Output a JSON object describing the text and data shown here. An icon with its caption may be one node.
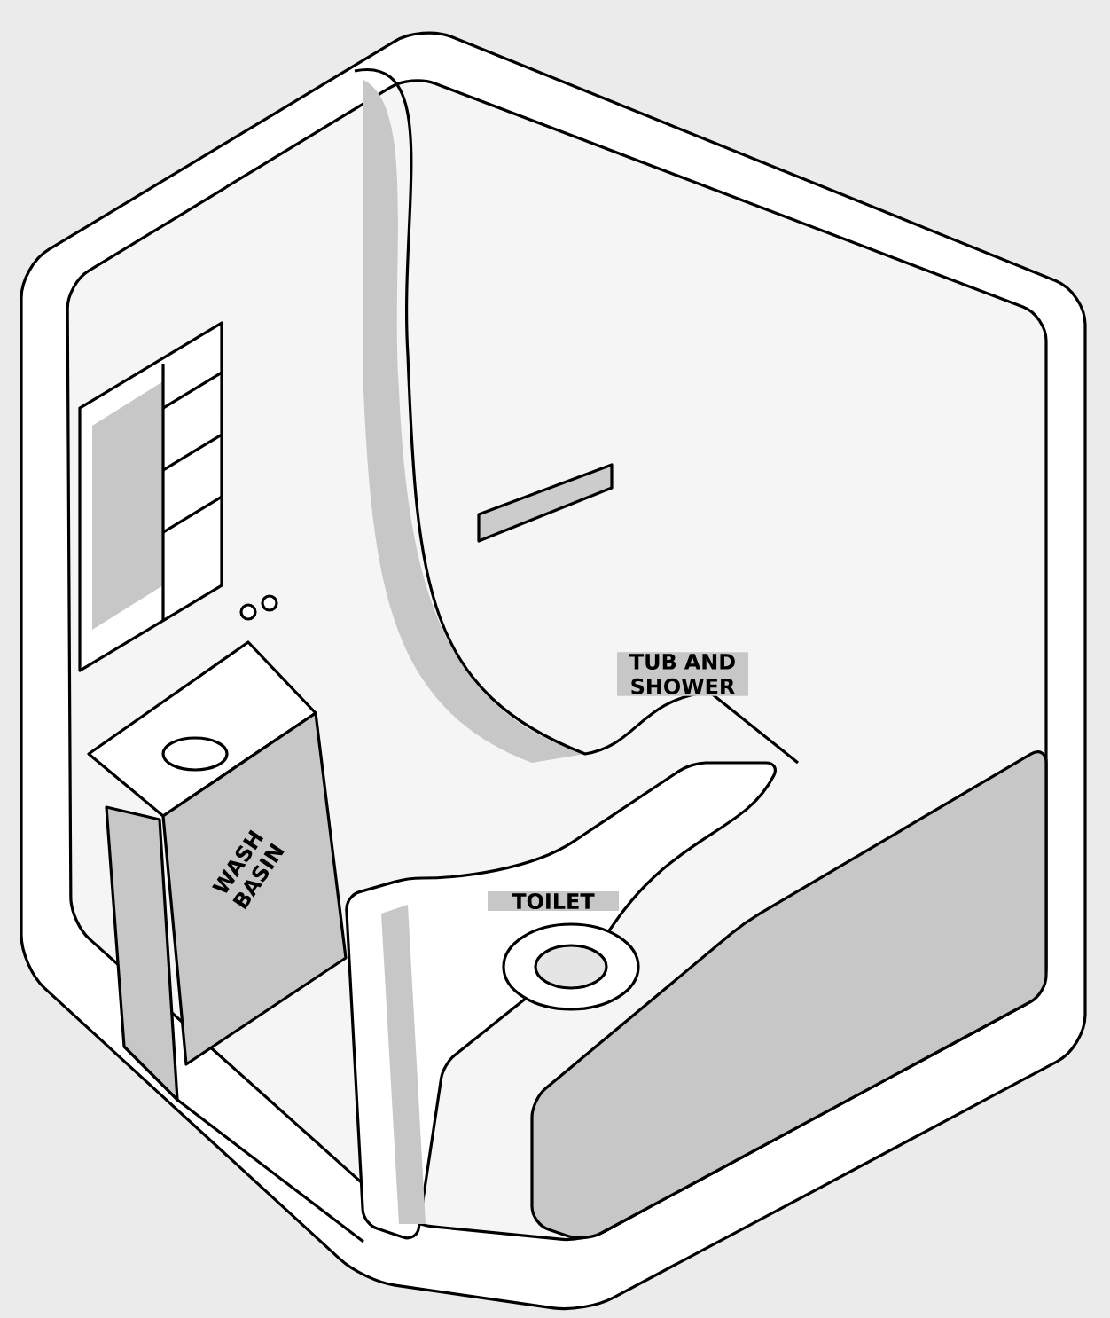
{
  "diagram": {
    "labels": [
      "TUB AND SHOWER",
      "WASH BASIN",
      "TOILET"
    ]
  }
}
